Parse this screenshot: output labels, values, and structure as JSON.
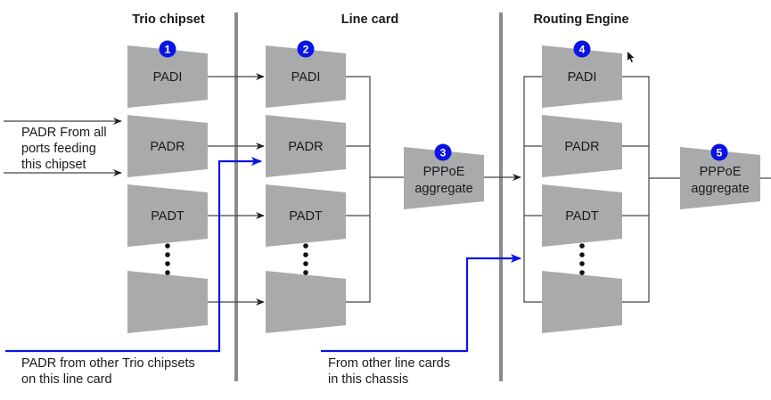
{
  "columns": [
    {
      "heading": "Trio chipset",
      "badge": "1",
      "boxes": [
        "PADI",
        "PADR",
        "PADT",
        ""
      ]
    },
    {
      "heading": "Line card",
      "badge": "2",
      "boxes": [
        "PADI",
        "PADR",
        "PADT",
        ""
      ]
    },
    {
      "heading": "Routing Engine",
      "badge": "4",
      "boxes": [
        "PADI",
        "PADR",
        "PADT",
        ""
      ]
    }
  ],
  "aggregates": [
    {
      "badge": "3",
      "line1": "PPPoE",
      "line2": "aggregate"
    },
    {
      "badge": "5",
      "line1": "PPPoE",
      "line2": "aggregate"
    }
  ],
  "notes": {
    "padr_ports": [
      "PADR From all",
      "ports feeding",
      "this chipset"
    ],
    "other_trio": [
      "PADR from other Trio chipsets",
      "on this line card"
    ],
    "other_linecards": [
      "From other line cards",
      "in this chassis"
    ]
  },
  "colors": {
    "box_fill": "#a9aaac",
    "badge_fill": "#0a14e6",
    "blue_path": "#0a14e6",
    "divider": "#8a8b8d"
  },
  "icons": {
    "badge": "numbered-circle",
    "continuation": "vertical-ellipsis",
    "cursor": "mouse-pointer"
  }
}
